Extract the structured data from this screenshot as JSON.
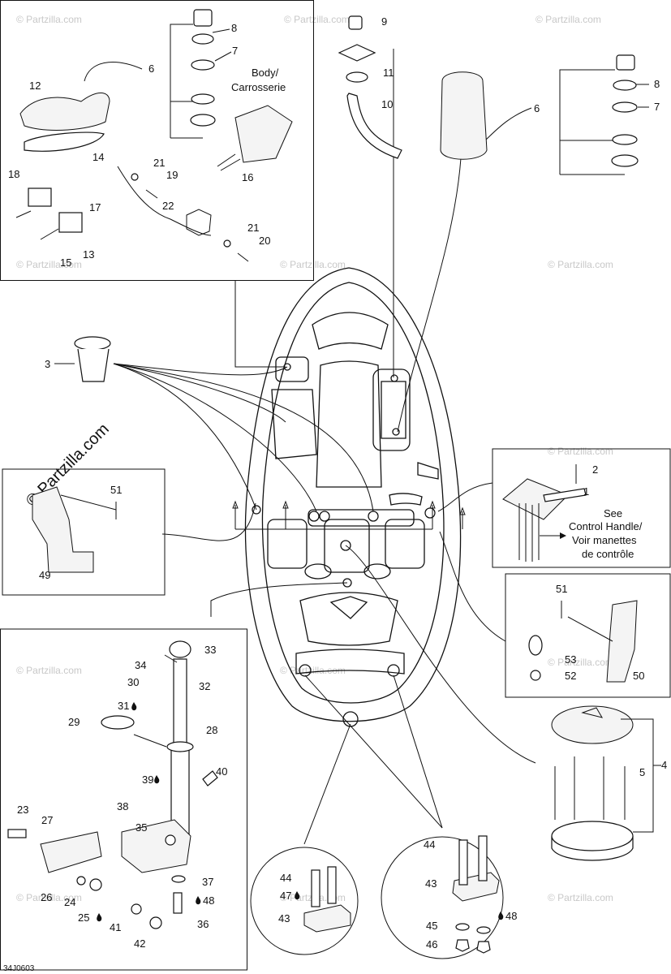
{
  "diagram_code": "34J0603",
  "watermark": "© Partzilla.com",
  "watermark_large": "© Partzilla.com",
  "labels": {
    "body": "Body/",
    "carrosserie": "Carrosserie",
    "see": "See",
    "control_handle": "Control Handle/",
    "voir_manettes": "Voir manettes",
    "de_controle": "de contrôle"
  },
  "callouts": {
    "p1": "1",
    "p2": "2",
    "p3": "3",
    "p4": "4",
    "p5": "5",
    "p6a": "6",
    "p6b": "6",
    "p7a": "7",
    "p7b": "7",
    "p8a": "8",
    "p8b": "8",
    "p9": "9",
    "p10": "10",
    "p11": "11",
    "p12": "12",
    "p13": "13",
    "p14": "14",
    "p15": "15",
    "p16": "16",
    "p17": "17",
    "p18": "18",
    "p19": "19",
    "p20": "20",
    "p21a": "21",
    "p21b": "21",
    "p22": "22",
    "p23": "23",
    "p24": "24",
    "p25": "25",
    "p26": "26",
    "p27": "27",
    "p28": "28",
    "p29": "29",
    "p30": "30",
    "p31": "31",
    "p32": "32",
    "p33": "33",
    "p34": "34",
    "p35": "35",
    "p36": "36",
    "p37": "37",
    "p38": "38",
    "p39": "39",
    "p40": "40",
    "p41": "41",
    "p42": "42",
    "p43a": "43",
    "p43b": "43",
    "p44a": "44",
    "p44b": "44",
    "p45": "45",
    "p46": "46",
    "p47": "47",
    "p48a": "48",
    "p48b": "48",
    "p49": "49",
    "p50": "50",
    "p51a": "51",
    "p51b": "51",
    "p52": "52",
    "p53": "53"
  }
}
